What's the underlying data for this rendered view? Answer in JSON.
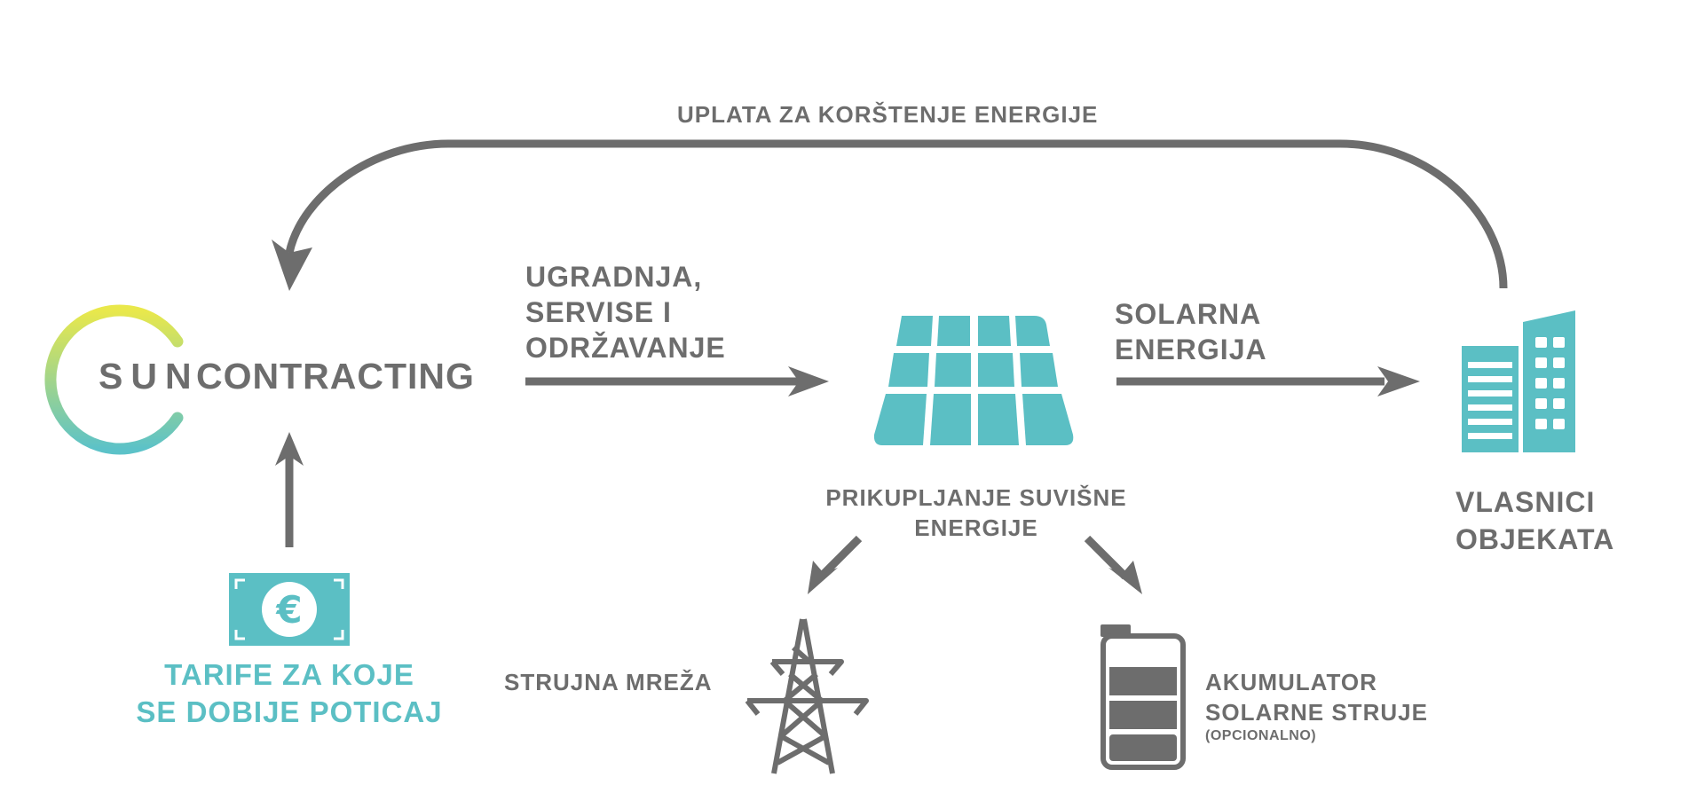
{
  "brand": {
    "prefix": "SUN",
    "suffix": "CONTRACTING",
    "ring_colors": [
      "#e9e84b",
      "#5cc2c8"
    ]
  },
  "colors": {
    "gray": "#6d6d6d",
    "teal": "#5bbfc4",
    "white": "#ffffff"
  },
  "labels": {
    "payment": "UPLATA ZA KORŠTENJE ENERGIJE",
    "installation": [
      "UGRADNJA,",
      "SERVISE I",
      "ODRŽAVANJE"
    ],
    "solar_energy": [
      "SOLARNA",
      "ENERGIJA"
    ],
    "surplus": [
      "PRIKUPLJANJE SUVIŠNE",
      "ENERGIJE"
    ],
    "owners": [
      "VLASNICI",
      "OBJEKATA"
    ],
    "tariff": [
      "TARIFE ZA KOJE",
      "SE DOBIJE POTICAJ"
    ],
    "grid": "STRUJNA MREŽA",
    "battery": [
      "AKUMULATOR",
      "SOLARNE STRUJE"
    ],
    "battery_note": "(OPCIONALNO)"
  },
  "icons": {
    "currency": "euro-bill-icon",
    "currency_symbol": "€",
    "panel": "solar-panel-icon",
    "building": "office-building-icon",
    "tower": "power-tower-icon",
    "battery": "battery-icon"
  }
}
